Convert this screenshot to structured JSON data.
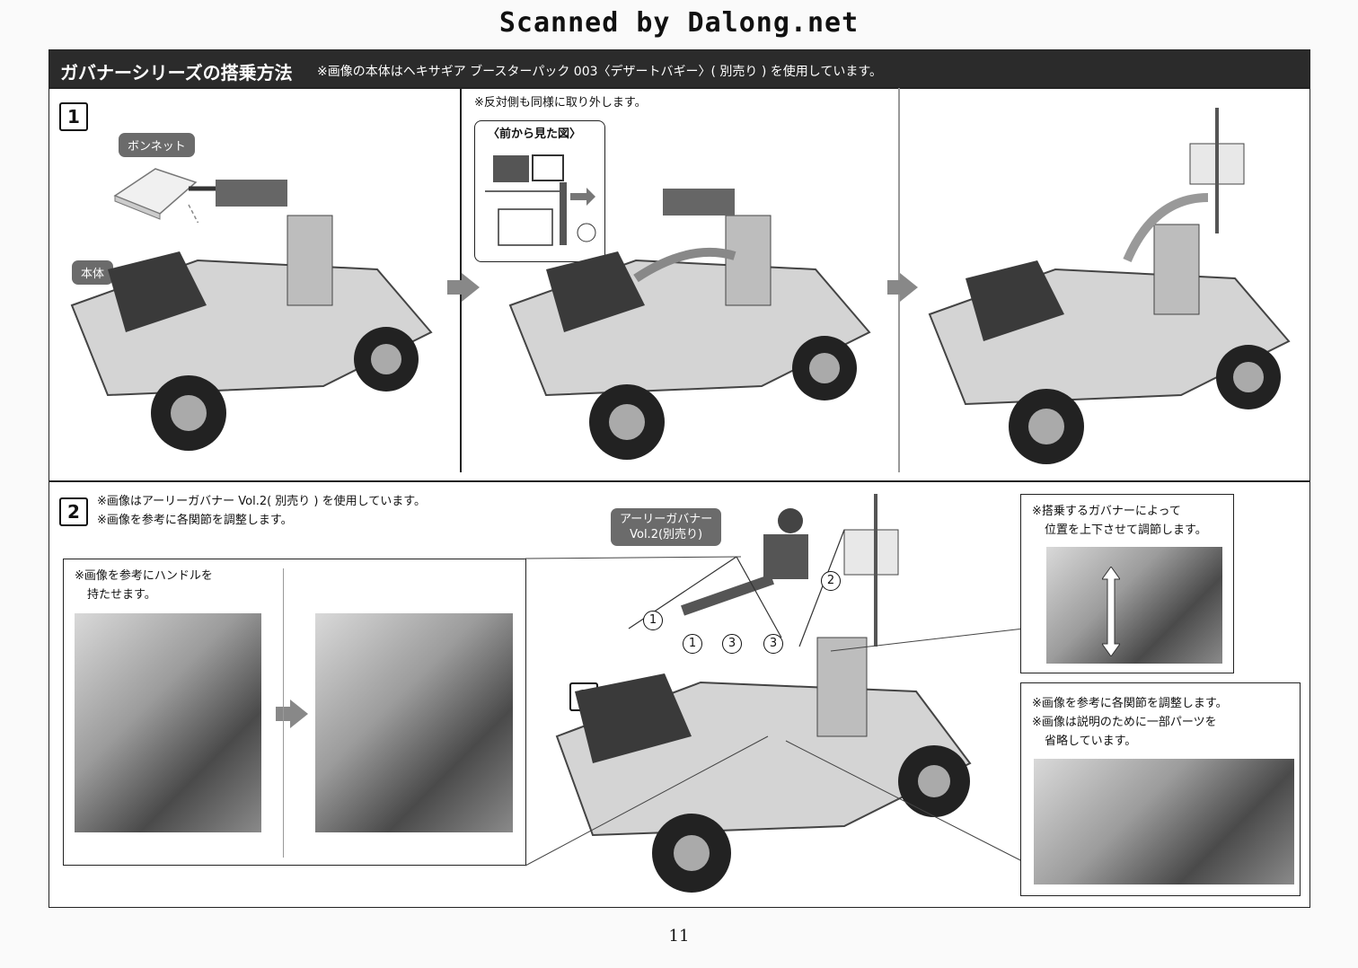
{
  "watermark": "Scanned by Dalong.net",
  "header": {
    "title": "ガバナーシリーズの搭乗方法",
    "note": "※画像の本体はヘキサギア ブースターパック 003〈デザートバギー〉( 別売り ) を使用しています。"
  },
  "step1": {
    "number": "1",
    "label_bonnet": "ボンネット",
    "label_body": "本体",
    "note_other_side": "※反対側も同様に取り外します。",
    "inset_title": "〈前から見た図〉"
  },
  "step2": {
    "number": "2",
    "notes": [
      "※画像はアーリーガバナー Vol.2( 別売り ) を使用しています。",
      "※画像を参考に各関節を調整します。"
    ],
    "inset_handle_lines": [
      "※画像を参考にハンドルを",
      "持たせます。"
    ],
    "figure_label": [
      "アーリーガバナー",
      "Vol.2(別売り)"
    ],
    "inset_position_lines": [
      "※搭乗するガバナーによって",
      "位置を上下させて調節します。"
    ],
    "inset_adjust_lines": [
      "※画像を参考に各関節を調整します。",
      "※画像は説明のために一部パーツを",
      "省略しています。"
    ],
    "sub_step": "1",
    "callouts": [
      "1",
      "1",
      "2",
      "3",
      "3"
    ]
  },
  "page_number": "11"
}
